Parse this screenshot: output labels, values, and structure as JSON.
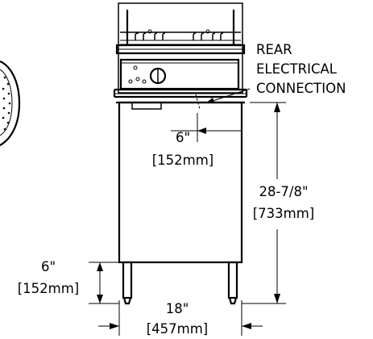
{
  "callout": {
    "line1": "REAR",
    "line2": "ELECTRICAL",
    "line3": "CONNECTION"
  },
  "dimensions": {
    "rear_offset": {
      "imperial": "6\"",
      "metric": "[152mm]"
    },
    "height": {
      "imperial": "28-7/8\"",
      "metric": "[733mm]"
    },
    "leg_height": {
      "imperial": "6\"",
      "metric": "[152mm]"
    },
    "width": {
      "imperial": "18\"",
      "metric": "[457mm]"
    }
  }
}
